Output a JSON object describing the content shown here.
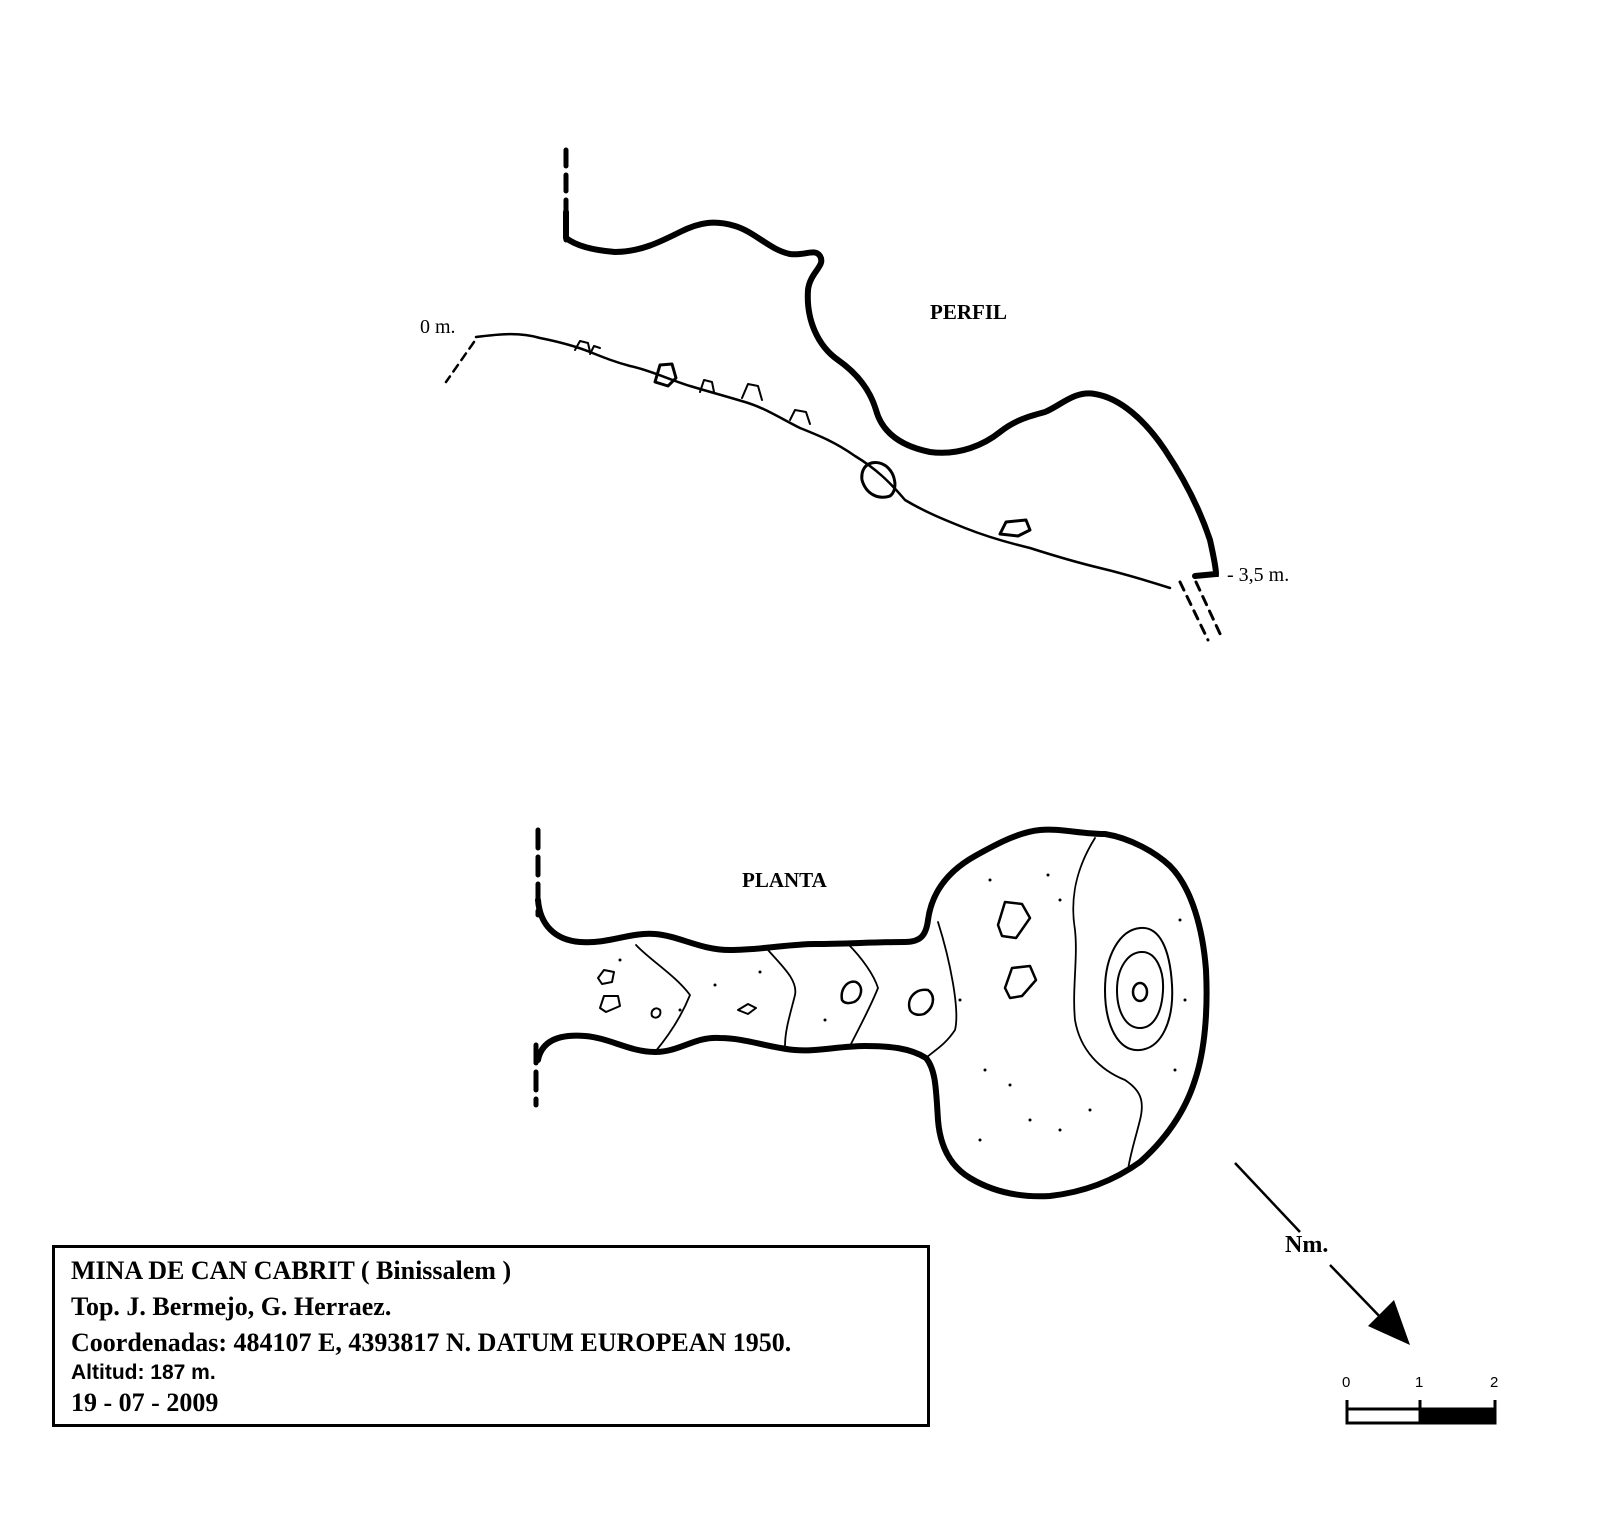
{
  "profile": {
    "title": "PERFIL",
    "depth_start": "0 m.",
    "depth_end": "- 3,5 m."
  },
  "plan": {
    "title": "PLANTA"
  },
  "north": {
    "label": "Nm."
  },
  "scale": {
    "ticks": [
      "0",
      "1",
      "2"
    ]
  },
  "info": {
    "name": "MINA DE CAN CABRIT ( Binissalem )",
    "authors": "Top. J. Bermejo, G. Herraez.",
    "coordinates": "Coordenadas: 484107 E, 4393817 N. DATUM EUROPEAN 1950.",
    "altitude": "Altitud: 187 m.",
    "date": "19 - 07 - 2009"
  }
}
